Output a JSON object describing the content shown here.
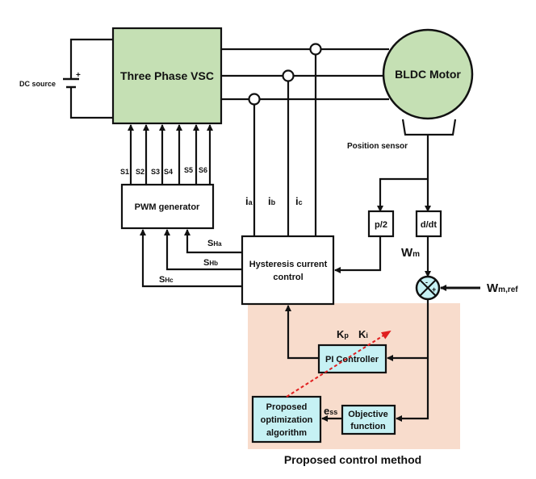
{
  "labels": {
    "vsc": "Three Phase VSC",
    "motor": "BLDC Motor",
    "dc_source": "DC source",
    "battery_plus": "+",
    "position_sensor": "Position sensor",
    "pwm": "PWM generator",
    "hysteresis_line1": "Hysteresis current",
    "hysteresis_line2": "control",
    "p2": "p/2",
    "ddt": "d/dt",
    "wm": "W",
    "wm_sub": "m",
    "wmref": "W",
    "wmref_sub": "m,ref",
    "sum_minus": "-",
    "sum_plus": "+",
    "pi": "PI Controller",
    "kp": "K",
    "kp_sub": "p",
    "ki": "K",
    "ki_sub": "i",
    "objective_line1": "Objective",
    "objective_line2": "function",
    "optim_line1": "Proposed",
    "optim_line2": "optimization",
    "optim_line3": "algorithm",
    "ess": "e",
    "ess_sub": "ss",
    "caption": "Proposed control method"
  },
  "switch_signals": [
    "S1",
    "S2",
    "S3",
    "S4",
    "S5",
    "S6"
  ],
  "currents": [
    {
      "main": "i",
      "sub": "a"
    },
    {
      "main": "i",
      "sub": "b"
    },
    {
      "main": "i",
      "sub": "c"
    }
  ],
  "hysteresis_signals": [
    {
      "main": "S",
      "sub": "Ha"
    },
    {
      "main": "S",
      "sub": "Hb"
    },
    {
      "main": "S",
      "sub": "Hc"
    }
  ],
  "colors": {
    "vsc_fill": "#c5e0b4",
    "motor_fill": "#c5e0b4",
    "block_fill": "#c6f1f4",
    "region_fill": "#f8dccc",
    "dashed_arrow": "#e02020"
  }
}
